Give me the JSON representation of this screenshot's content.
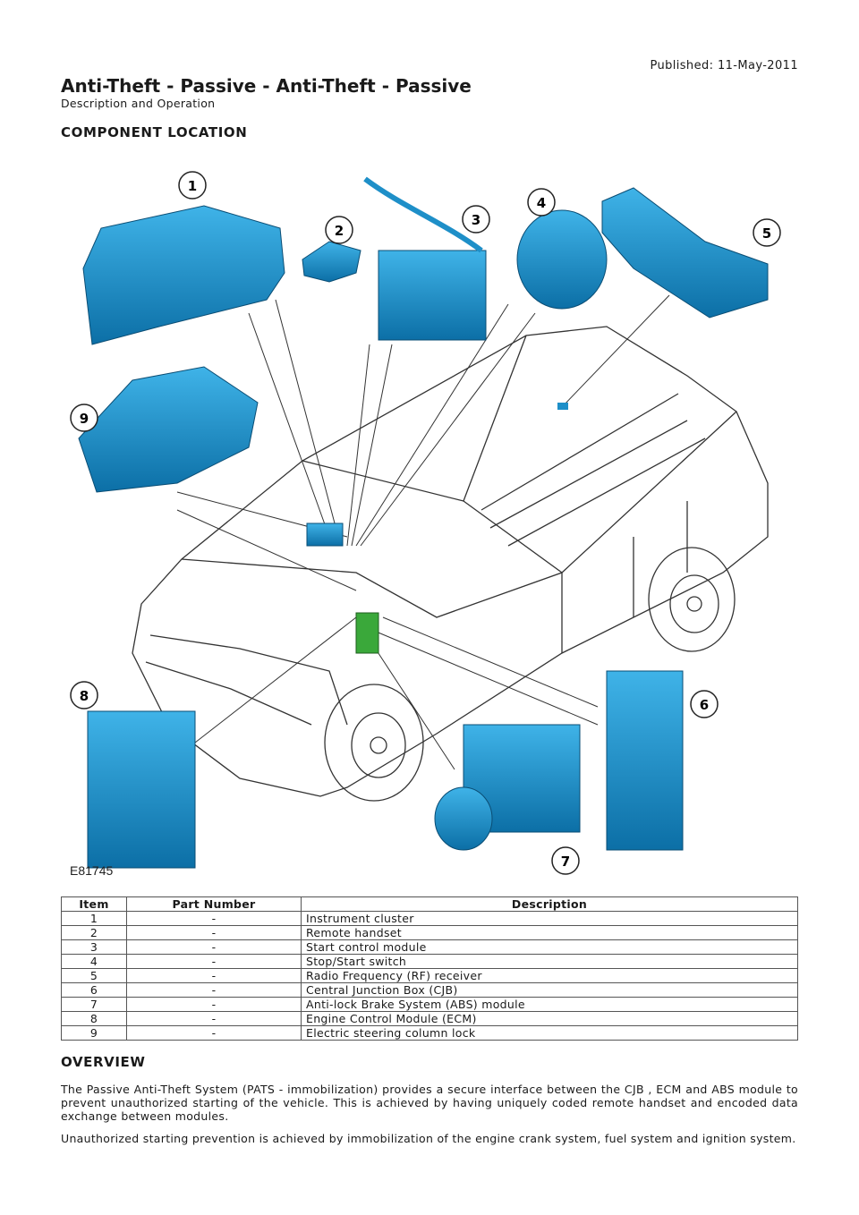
{
  "header": {
    "published": "Published: 11-May-2011",
    "title": "Anti-Theft - Passive - Anti-Theft - Passive",
    "subtitle": "Description and Operation"
  },
  "sections": {
    "component_location": "COMPONENT LOCATION",
    "overview": "OVERVIEW"
  },
  "figure": {
    "code": "E81745",
    "callouts": [
      "1",
      "2",
      "3",
      "4",
      "5",
      "6",
      "7",
      "8",
      "9"
    ],
    "callout_color": "#111111",
    "component_color": "#1e8fc8"
  },
  "table": {
    "headers": [
      "Item",
      "Part Number",
      "Description"
    ],
    "rows": [
      [
        "1",
        "-",
        "Instrument cluster"
      ],
      [
        "2",
        "-",
        "Remote handset"
      ],
      [
        "3",
        "-",
        "Start control module"
      ],
      [
        "4",
        "-",
        "Stop/Start switch"
      ],
      [
        "5",
        "-",
        "Radio Frequency (RF) receiver"
      ],
      [
        "6",
        "-",
        "Central Junction Box (CJB)"
      ],
      [
        "7",
        "-",
        "Anti-lock Brake System (ABS) module"
      ],
      [
        "8",
        "-",
        "Engine Control Module (ECM)"
      ],
      [
        "9",
        "-",
        "Electric steering column lock"
      ]
    ]
  },
  "overview": {
    "p1": "The Passive Anti-Theft System (PATS - immobilization) provides a secure interface between the CJB , ECM and ABS module to prevent unauthorized starting of the vehicle. This is achieved by having uniquely coded remote handset and encoded data exchange between modules.",
    "p2": "Unauthorized starting prevention is achieved by immobilization of the engine crank system, fuel system and ignition system."
  }
}
